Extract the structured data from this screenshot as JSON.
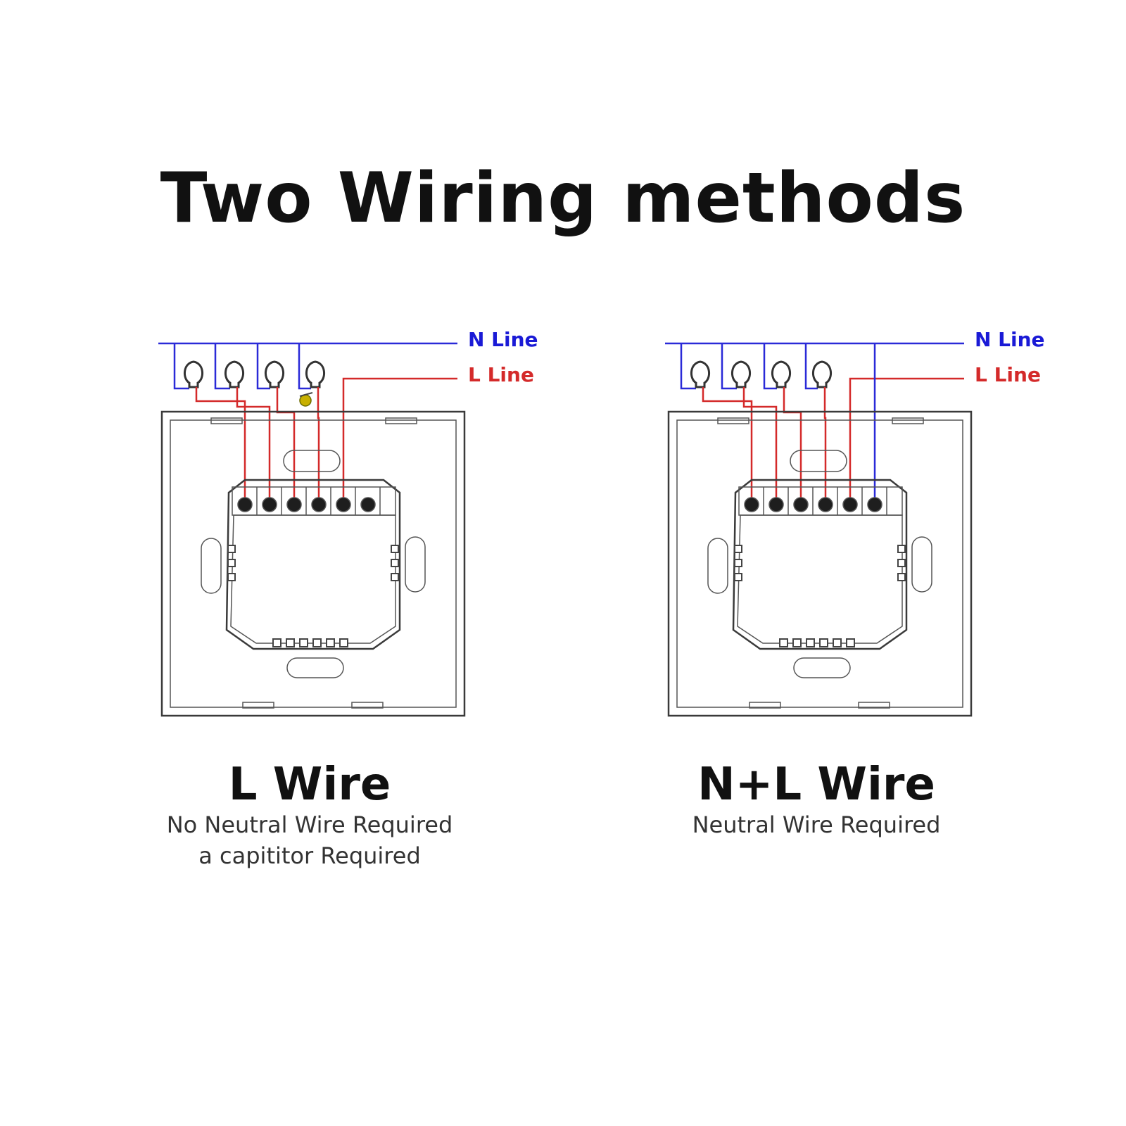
{
  "title": "Two Wiring methods",
  "colors": {
    "n_line": "#1a1ad6",
    "l_line": "#d42a2a",
    "capacitor": "#c8b000"
  },
  "diagrams": [
    {
      "n_label": "N Line",
      "l_label": "L Line",
      "bulb_count": 4,
      "neutral_to_switch": false,
      "capacitor": true
    },
    {
      "n_label": "N Line",
      "l_label": "L Line",
      "bulb_count": 4,
      "neutral_to_switch": true,
      "capacitor": false
    }
  ],
  "captions": [
    {
      "title": "L Wire",
      "lines": [
        "No Neutral Wire Required",
        "a capititor Required"
      ]
    },
    {
      "title": "N+L Wire",
      "lines": [
        "Neutral Wire Required"
      ]
    }
  ]
}
